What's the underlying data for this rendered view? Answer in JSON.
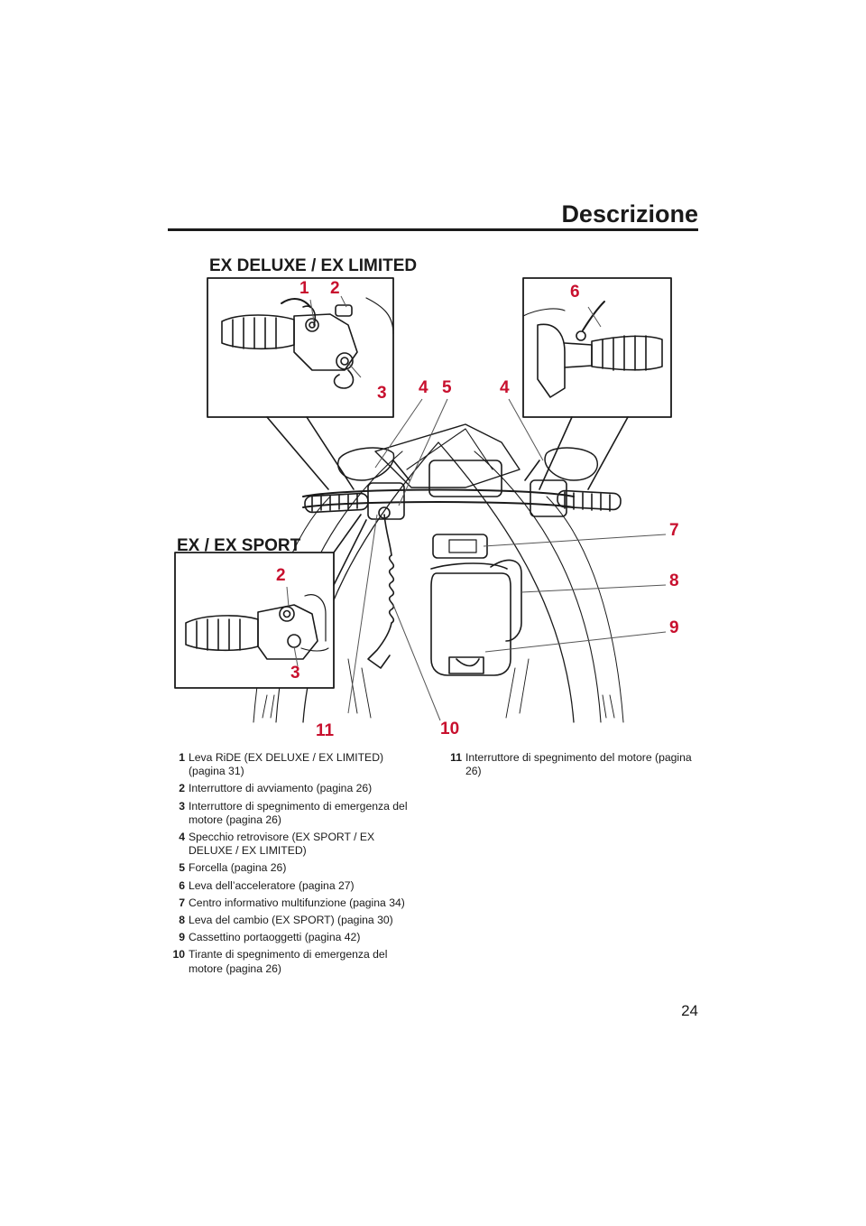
{
  "header": {
    "section_title": "Descrizione"
  },
  "figure": {
    "label_top": "EX DELUXE / EX LIMITED",
    "label_bottom": "EX / EX SPORT",
    "callouts": {
      "c1": "1",
      "c2": "2",
      "c3": "3",
      "c6": "6",
      "c4a": "4",
      "c5": "5",
      "c4b": "4",
      "c7": "7",
      "c8": "8",
      "c9": "9",
      "c2b": "2",
      "c3b": "3",
      "c11": "11",
      "c10": "10"
    },
    "accent_color": "#c8102e"
  },
  "legend": {
    "items": [
      {
        "num": "1",
        "text": "Leva RiDE (EX DELUXE / EX LIMITED) (pagina 31)"
      },
      {
        "num": "2",
        "text": "Interruttore di avviamento (pagina 26)"
      },
      {
        "num": "3",
        "text": "Interruttore di spegnimento di emergenza del motore (pagina 26)"
      },
      {
        "num": "4",
        "text": "Specchio retrovisore (EX SPORT / EX DELUXE / EX LIMITED)"
      },
      {
        "num": "5",
        "text": "Forcella (pagina 26)"
      },
      {
        "num": "6",
        "text": "Leva dell’acceleratore (pagina 27)"
      },
      {
        "num": "7",
        "text": "Centro informativo multifunzione (pagina 34)"
      },
      {
        "num": "8",
        "text": "Leva del cambio (EX SPORT) (pagina 30)"
      },
      {
        "num": "9",
        "text": "Cassettino portaoggetti (pagina 42)"
      },
      {
        "num": "10",
        "text": "Tirante di spegnimento di emergenza del motore (pagina 26)"
      },
      {
        "num": "11",
        "text": "Interruttore di spegnimento del motore (pagina 26)"
      }
    ]
  },
  "footer": {
    "page_number": "24"
  }
}
